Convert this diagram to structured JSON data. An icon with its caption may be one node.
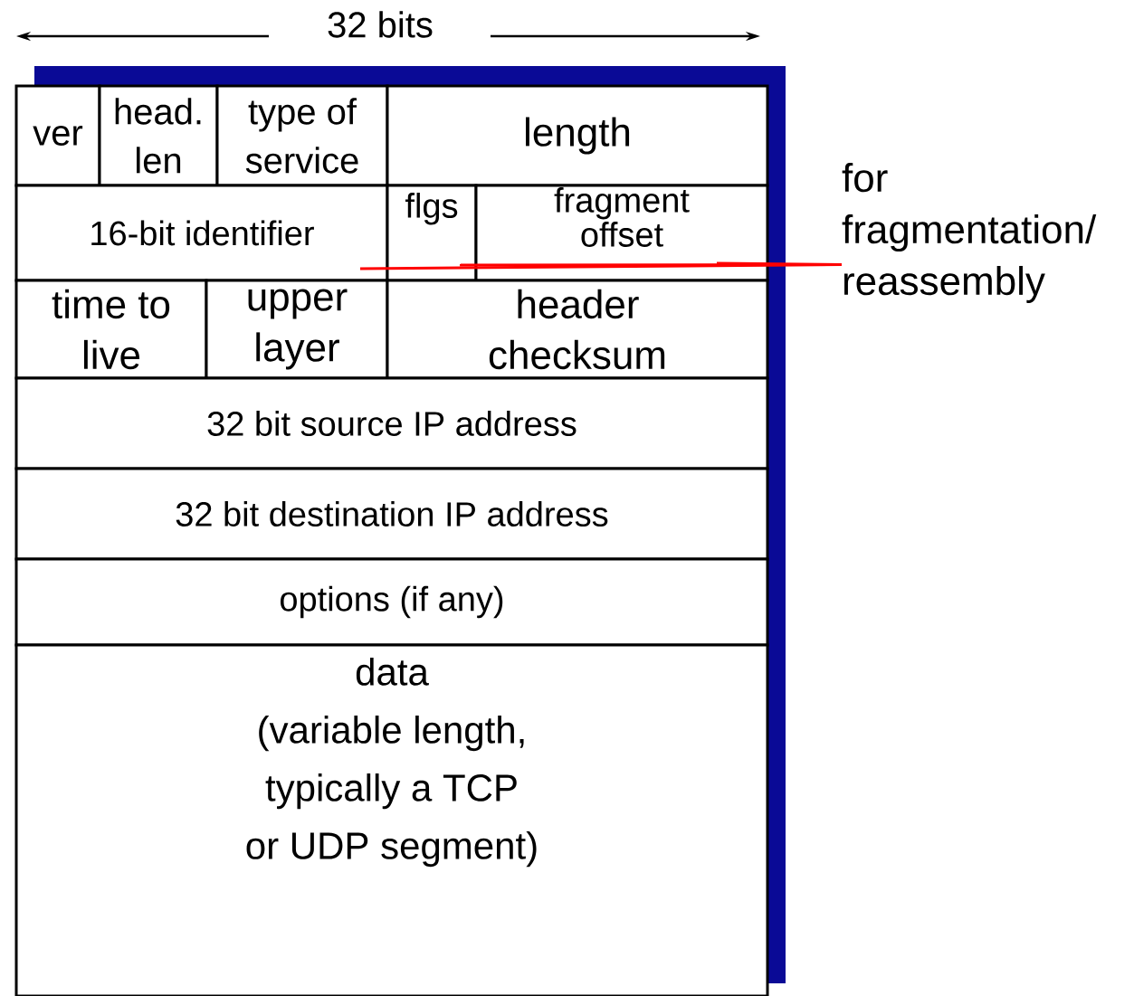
{
  "diagram": {
    "nodes": [
      {
        "text": [
          "ver"
        ]
      },
      {
        "text": [
          "head. len"
        ]
      },
      {
        "text": [
          "type of service"
        ]
      },
      {
        "text": [
          "length"
        ]
      },
      {
        "text": [
          "16-bit identifier"
        ]
      },
      {
        "text": [
          "flgs"
        ]
      },
      {
        "text": [
          "fragment offset"
        ]
      },
      {
        "text": [
          "time to live"
        ]
      },
      {
        "text": [
          "upper layer"
        ]
      },
      {
        "text": [
          "header checksum"
        ]
      },
      {
        "text": [
          "32 bit source IP address"
        ]
      },
      {
        "text": [
          "32 bit destination IP address"
        ]
      },
      {
        "text": [
          "options (if any)"
        ]
      },
      {
        "text": [
          "data",
          "(variable length, typically a TCP or UDP segment)"
        ]
      },
      {
        "text": [
          "for fragmentation/ reassembly"
        ]
      }
    ],
    "edges": [
      {
        "from": 14,
        "to": 4,
        "arrow": "none",
        "color": "#ff0000"
      },
      {
        "from": 14,
        "to": 5,
        "arrow": "none",
        "color": "#ff0000"
      },
      {
        "from": 14,
        "to": 6,
        "arrow": "none",
        "color": "#ff0000"
      }
    ],
    "labels": [
      "32 bits"
    ]
  }
}
